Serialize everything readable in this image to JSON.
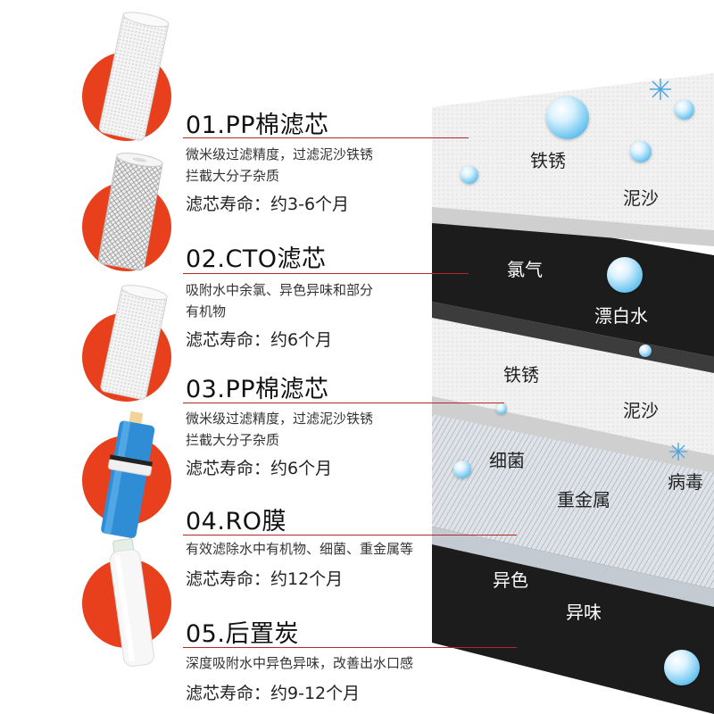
{
  "filters": [
    {
      "title": "01.PP棉滤芯",
      "description": [
        "微米级过滤精度，过滤泥沙铁锈",
        "拦截大分子杂质"
      ],
      "life": "滤芯寿命：约3-6个月",
      "image": "pp-cotton-filter"
    },
    {
      "title": "02.CTO滤芯",
      "description": [
        "吸附水中余氯、异色异味和部分",
        "有机物"
      ],
      "life": "滤芯寿命：约6个月",
      "image": "carbon-block-filter"
    },
    {
      "title": "03.PP棉滤芯",
      "description": [
        "微米级过滤精度，过滤泥沙铁锈",
        "拦截大分子杂质"
      ],
      "life": "滤芯寿命：约6个月",
      "image": "pp-cotton-filter"
    },
    {
      "title": "04.RO膜",
      "description": [
        "有效滤除水中有机物、细菌、重金属等"
      ],
      "life": "滤芯寿命：约12个月",
      "image": "ro-membrane"
    },
    {
      "title": "05.后置炭",
      "description": [
        "深度吸附水中异色异味，改善出水口感"
      ],
      "life": "滤芯寿命：约9-12个月",
      "image": "post-carbon-filter"
    }
  ],
  "layers": [
    {
      "name": "layer-1-pp",
      "labels": [
        "铁锈",
        "泥沙"
      ]
    },
    {
      "name": "layer-2-cto",
      "labels": [
        "氯气",
        "漂白水"
      ]
    },
    {
      "name": "layer-3-pp",
      "labels": [
        "铁锈",
        "泥沙"
      ]
    },
    {
      "name": "layer-4-ro",
      "labels": [
        "细菌",
        "重金属",
        "病毒"
      ]
    },
    {
      "name": "layer-5-carbon",
      "labels": [
        "异色",
        "异味"
      ]
    }
  ],
  "colors": {
    "accent_red": "#e8401c",
    "line_red": "#b02a2a",
    "layer_white": "#f2f2f2",
    "layer_black": "#1c1c1c",
    "layer_grey": "#d8dde3"
  }
}
